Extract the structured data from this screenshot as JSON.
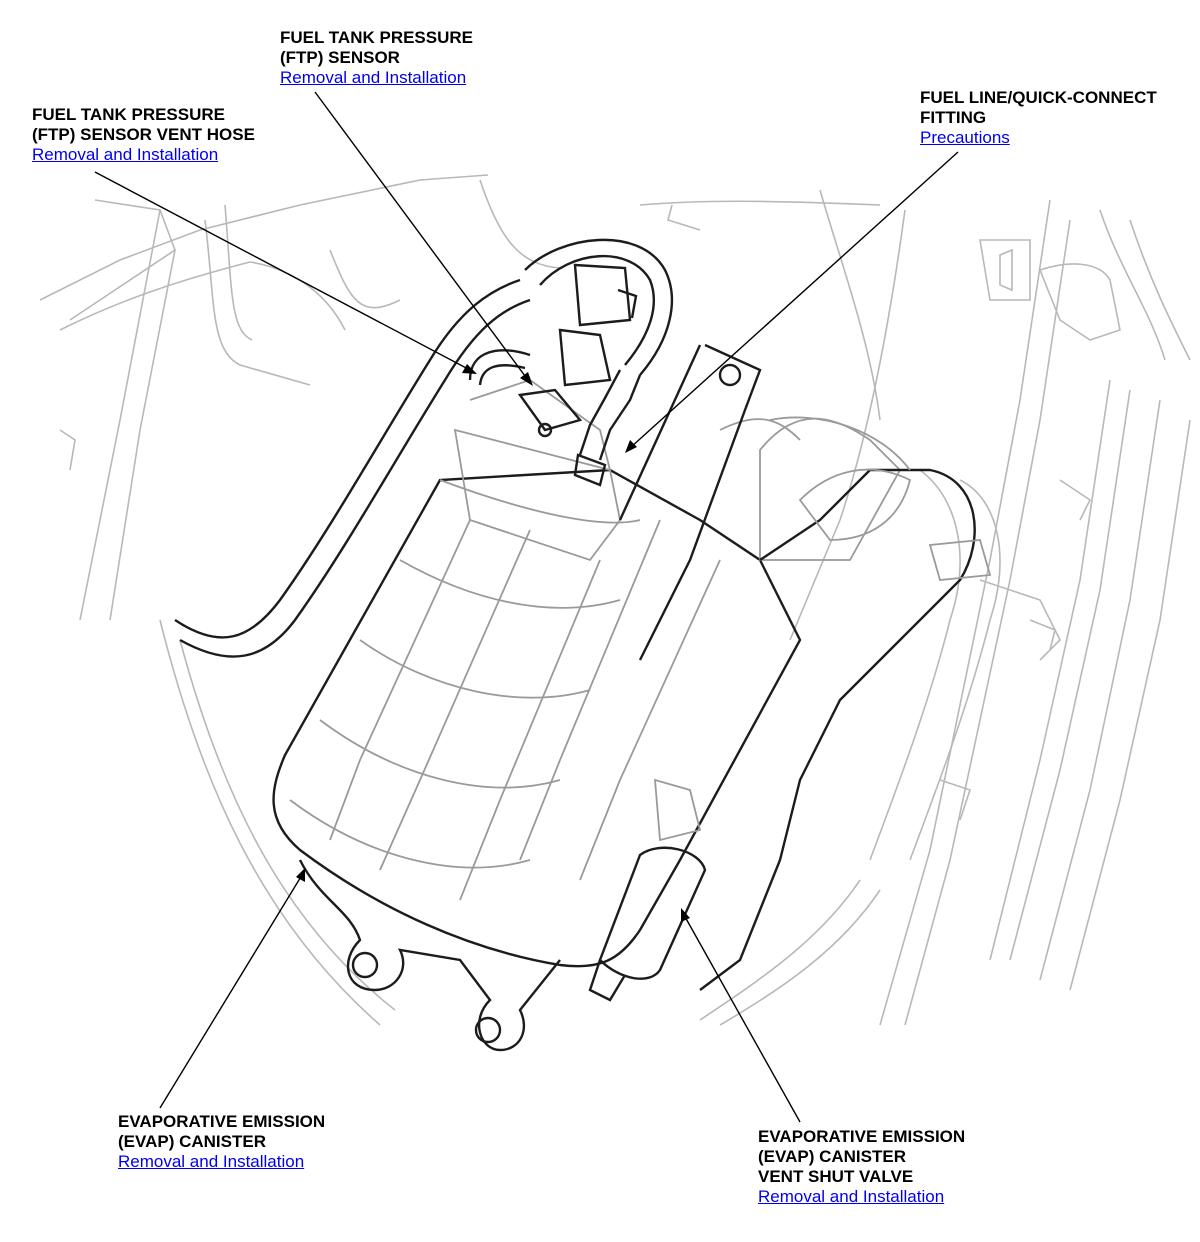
{
  "callouts": [
    {
      "id": "ftp-sensor",
      "title": "FUEL TANK PRESSURE\n(FTP) SENSOR",
      "link": "Removal and Installation"
    },
    {
      "id": "ftp-vent-hose",
      "title": "FUEL TANK PRESSURE\n(FTP) SENSOR VENT HOSE",
      "link": "Removal and Installation"
    },
    {
      "id": "fuel-line-fitting",
      "title": "FUEL LINE/QUICK-CONNECT\nFITTING",
      "link": "Precautions"
    },
    {
      "id": "evap-canister",
      "title": "EVAPORATIVE EMISSION\n(EVAP) CANISTER",
      "link": "Removal and Installation"
    },
    {
      "id": "evap-vent-valve",
      "title": "EVAPORATIVE EMISSION\n(EVAP) CANISTER\nVENT SHUT VALVE",
      "link": "Removal and Installation"
    }
  ]
}
